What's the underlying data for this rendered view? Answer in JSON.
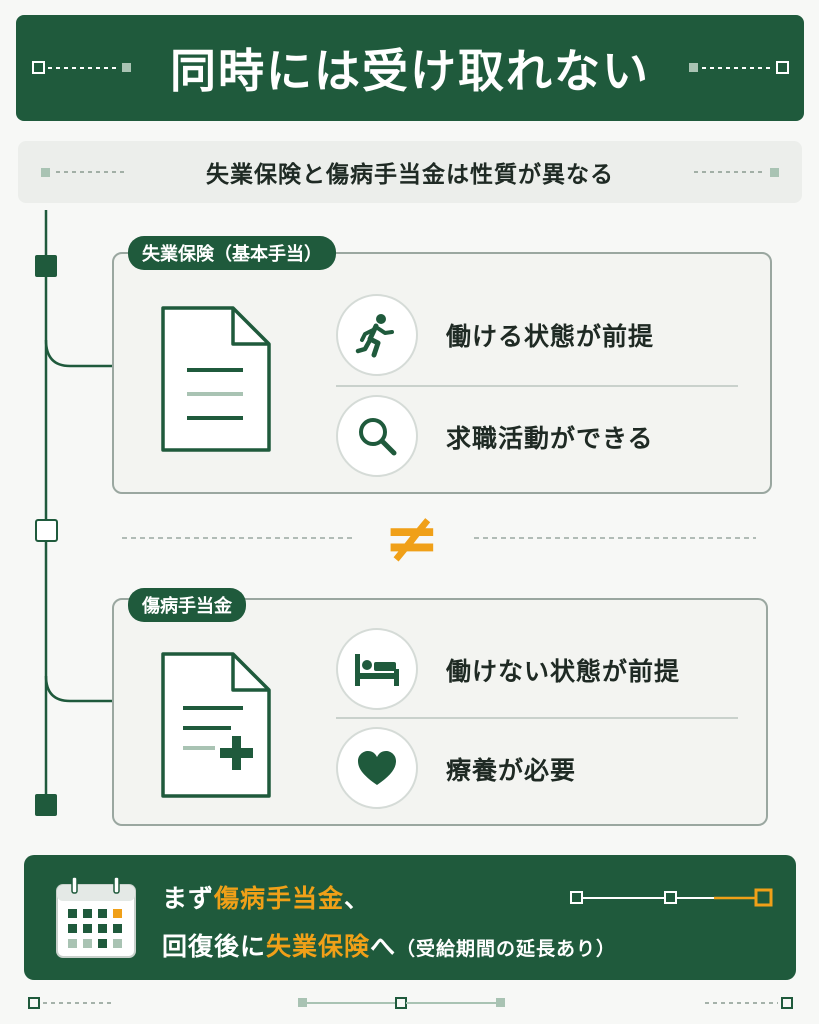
{
  "title": "同時には受け取れない",
  "subtitle": "失業保険と傷病手当金は性質が異なる",
  "section_unemployment": {
    "tag": "失業保険（基本手当）",
    "items": [
      {
        "icon": "running-person-icon",
        "text": "働ける状態が前提"
      },
      {
        "icon": "search-icon",
        "text": "求職活動ができる"
      }
    ]
  },
  "not_equal_symbol": "≠",
  "section_sickness": {
    "tag": "傷病手当金",
    "items": [
      {
        "icon": "bed-icon",
        "text": "働けない状態が前提"
      },
      {
        "icon": "heart-icon",
        "text": "療養が必要"
      }
    ]
  },
  "bottom": {
    "line1_prefix": "まず",
    "line1_highlight": "傷病手当金",
    "line1_suffix": "、",
    "line2_prefix": "回復後に",
    "line2_highlight": "失業保険",
    "line2_suffix": "へ",
    "line2_note": "（受給期間の延長あり）"
  },
  "colors": {
    "primary_green": "#1f5a3c",
    "accent_orange": "#f0a018",
    "light_bg": "#f7f8f6"
  }
}
